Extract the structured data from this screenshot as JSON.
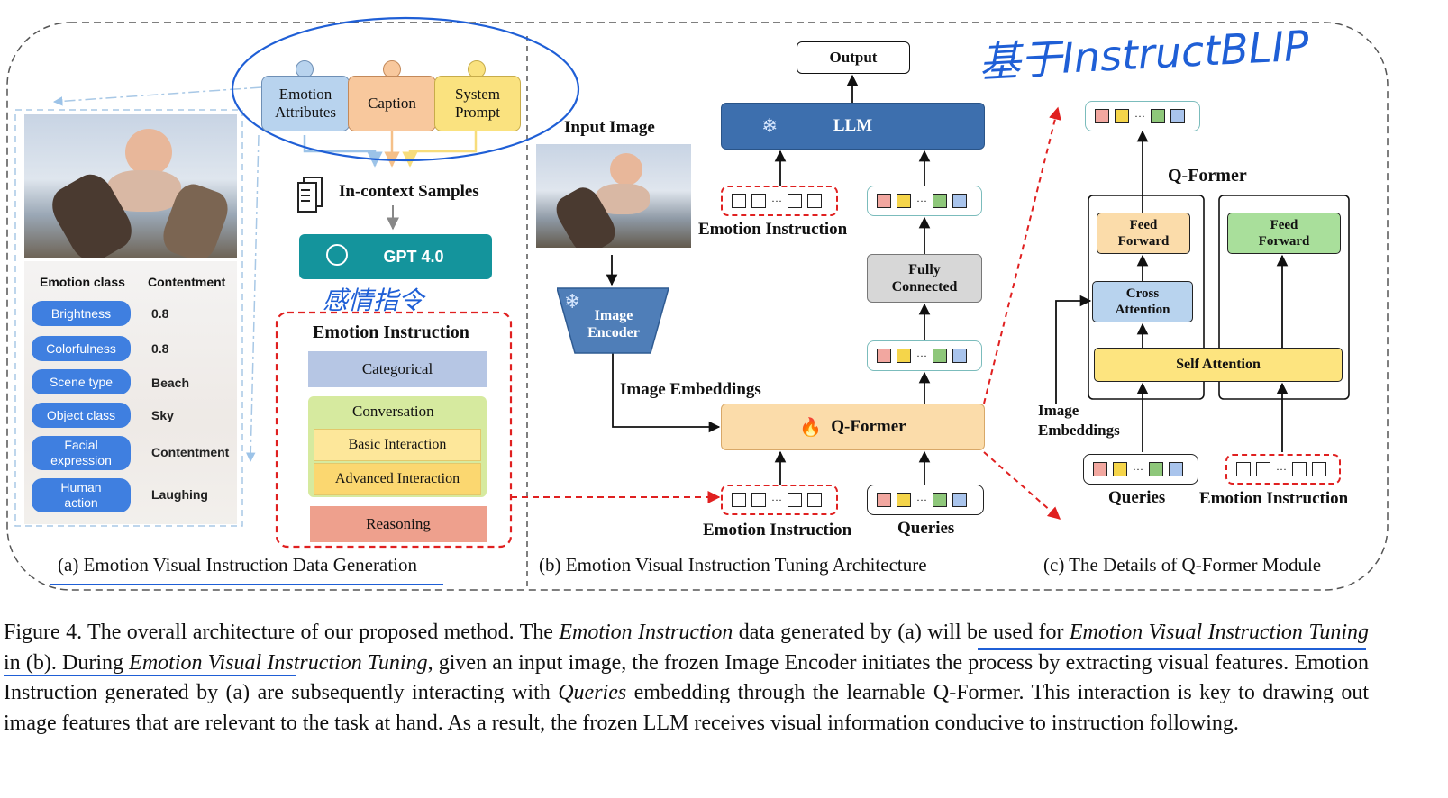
{
  "handwritten": {
    "top_right": "基于InstructBLIP",
    "mid_left": "感情指令"
  },
  "panel_a": {
    "attributes": {
      "header_class": "Emotion class",
      "header_value": "Contentment",
      "rows": [
        {
          "name": "Brightness",
          "value": "0.8"
        },
        {
          "name": "Colorfulness",
          "value": "0.8"
        },
        {
          "name": "Scene type",
          "value": "Beach"
        },
        {
          "name": "Object class",
          "value": "Sky"
        },
        {
          "name": "Facial expression",
          "value": "Contentment"
        },
        {
          "name": "Human action",
          "value": "Laughing"
        }
      ]
    },
    "puzzle": {
      "emotion_attributes": "Emotion Attributes",
      "caption": "Caption",
      "system_prompt": "System Prompt"
    },
    "in_context": "In-context Samples",
    "gpt": "GPT 4.0",
    "instruction_title": "Emotion Instruction",
    "categorical": "Categorical",
    "conversation": "Conversation",
    "basic_interaction": "Basic Interaction",
    "advanced_interaction": "Advanced Interaction",
    "reasoning": "Reasoning",
    "caption": "(a) Emotion  Visual Instruction Data Generation"
  },
  "panel_b": {
    "input_image": "Input Image",
    "image_encoder": "Image Encoder",
    "image_embeddings": "Image Embeddings",
    "qformer": "Q-Former",
    "emotion_instruction_bottom": "Emotion Instruction",
    "queries": "Queries",
    "fully_connected": "Fully Connected",
    "emotion_instruction_top": "Emotion Instruction",
    "llm": "LLM",
    "output": "Output",
    "caption": "(b) Emotion  Visual Instruction Tuning Architecture"
  },
  "panel_c": {
    "title": "Q-Former",
    "feed_forward_left": "Feed Forward",
    "feed_forward_right": "Feed Forward",
    "cross_attention": "Cross Attention",
    "self_attention": "Self Attention",
    "image_embeddings": "Image Embeddings",
    "queries": "Queries",
    "emotion_instruction": "Emotion Instruction",
    "caption": "(c) The Details of Q-Former Module"
  },
  "figure_caption": {
    "label": "Figure 4.",
    "p1": "  The overall architecture of our proposed method.  The ",
    "i1": "Emotion Instruction",
    "p2": " data generated by (a) will be used for ",
    "i2": "Emotion Visual Instruction Tuning",
    "p3": " in (b). During ",
    "i3": "Emotion Visual Instruction Tuning",
    "p4": ", given an input image, the frozen Image Encoder initiates the process by extracting visual features. Emotion Instruction generated by (a) are subsequently interacting with ",
    "i4": "Queries",
    "p5": " embedding through the learnable Q-Former. This interaction is key to drawing out image features that are relevant to the task at hand. As a result, the frozen LLM receives visual information conducive to instruction following."
  },
  "colors": {
    "ink_blue": "#1f5fd6",
    "dashed_red": "#e02020",
    "llm_blue": "#3d6fae",
    "qformer_orange": "#fbdcaa",
    "gpt_teal": "#14949c",
    "pill_blue": "#3f7fe0",
    "self_attention_yellow": "#fde47f",
    "feed_forward_green": "#a9df9b"
  }
}
